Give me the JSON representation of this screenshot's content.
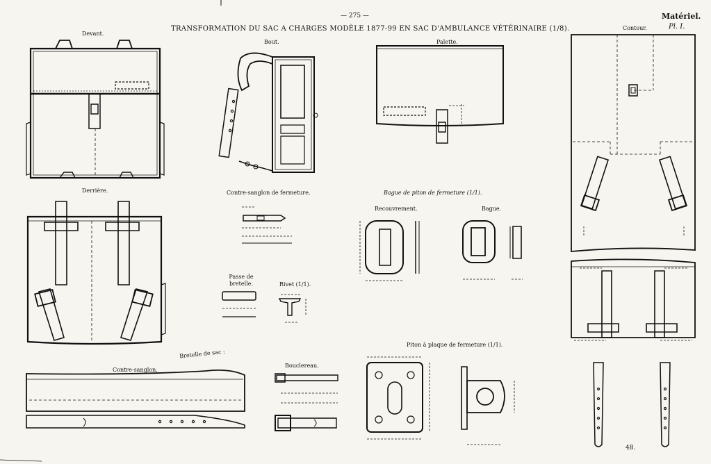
{
  "header": {
    "page_number": "— 275 —",
    "title": "TRANSFORMATION DU SAC A CHARGES MODÈLE 1877-99 EN SAC D'AMBULANCE VÉTÉRINAIRE (1/8).",
    "category": "Matériel.",
    "plate": "Pl. I."
  },
  "labels": {
    "devant": "Devant.",
    "bout": "Bout.",
    "palette": "Palette.",
    "contour": "Contour.",
    "derriere": "Derrière.",
    "contre_sanglon_fermeture": "Contre-sanglon de fermeture.",
    "bague_piton": "Bague de piton de fermeture (1/1).",
    "recouvrement": "Recouvrement.",
    "bague": "Bague.",
    "passe_bretelle": "Passe de bretelle.",
    "rivet": "Rivet (1/1).",
    "bretelle_de_sac": "Bretelle de sac :",
    "contre_sanglon": "Contre-sanglon.",
    "bouclereau": "Bouclereau.",
    "piton_plaque": "Piton à plaque de fermeture (1/1)."
  },
  "footer": {
    "sheet_number": "48."
  }
}
